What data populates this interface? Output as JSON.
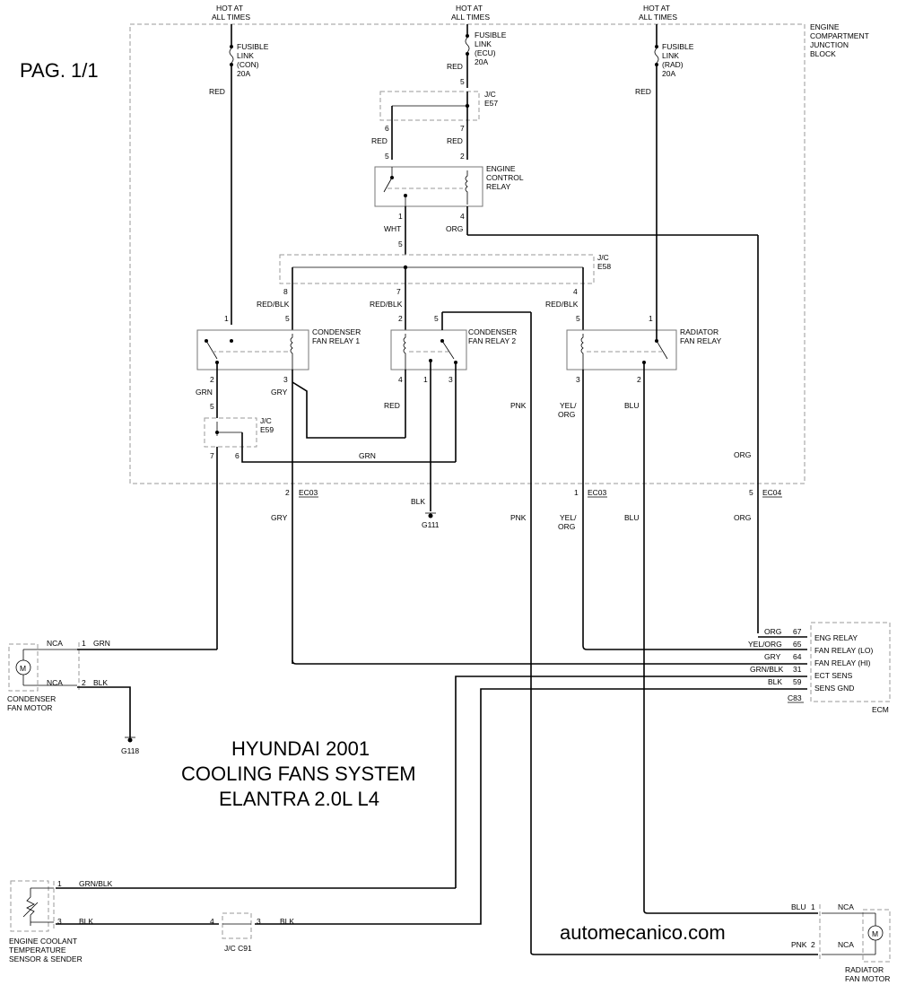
{
  "page_label": "PAG. 1/1",
  "title": [
    "HYUNDAI 2001",
    "COOLING FANS SYSTEM",
    "ELANTRA 2.0L L4"
  ],
  "watermark": "automecanico.com",
  "junction_block": [
    "ENGINE",
    "COMPARTMENT",
    "JUNCTION",
    "BLOCK"
  ],
  "hot": [
    "HOT AT",
    "ALL TIMES"
  ],
  "fuse_con": [
    "FUSIBLE",
    "LINK",
    "(CON)",
    "20A"
  ],
  "fuse_ecu": [
    "FUSIBLE",
    "LINK",
    "(ECU)",
    "20A"
  ],
  "fuse_rad": [
    "FUSIBLE",
    "LINK",
    "(RAD)",
    "20A"
  ],
  "jc_e57": [
    "J/C",
    "E57"
  ],
  "jc_e58": [
    "J/C",
    "E58"
  ],
  "jc_e59": [
    "J/C",
    "E59"
  ],
  "ecr": [
    "ENGINE",
    "CONTROL",
    "RELAY"
  ],
  "cfr1": [
    "CONDENSER",
    "FAN RELAY 1"
  ],
  "cfr2": [
    "CONDENSER",
    "FAN RELAY 2"
  ],
  "rfr": [
    "RADIATOR",
    "FAN RELAY"
  ],
  "ecm_pins": [
    {
      "wire": "ORG",
      "pin": "67",
      "name": "ENG RELAY"
    },
    {
      "wire": "YEL/ORG",
      "pin": "65",
      "name": "FAN RELAY (LO)"
    },
    {
      "wire": "GRY",
      "pin": "64",
      "name": "FAN RELAY (HI)"
    },
    {
      "wire": "GRN/BLK",
      "pin": "31",
      "name": "ECT SENS"
    },
    {
      "wire": "BLK",
      "pin": "59",
      "name": "SENS GND"
    }
  ],
  "ecm_conn": "C83",
  "ecm": "ECM",
  "cond_motor": [
    "CONDENSER",
    "FAN MOTOR"
  ],
  "rad_motor": [
    "RADIATOR",
    "FAN MOTOR"
  ],
  "ect": [
    "ENGINE COOLANT",
    "TEMPERATURE",
    "SENSOR & SENDER"
  ],
  "jc_c91": "J/C C91",
  "grounds": {
    "g111": "G111",
    "g118": "G118"
  },
  "connectors": {
    "ec03": "EC03",
    "ec04": "EC04"
  },
  "motor_symbol": "M",
  "wires": {
    "red": "RED",
    "wht": "WHT",
    "org": "ORG",
    "redblk": "RED/BLK",
    "grn": "GRN",
    "gry": "GRY",
    "pnk": "PNK",
    "yelorg": "YEL/",
    "yelorg2": "ORG",
    "blu": "BLU",
    "blk": "BLK",
    "grnblk": "GRN/BLK",
    "nca": "NCA"
  },
  "pins": [
    "1",
    "2",
    "3",
    "4",
    "5",
    "6",
    "7",
    "8"
  ]
}
